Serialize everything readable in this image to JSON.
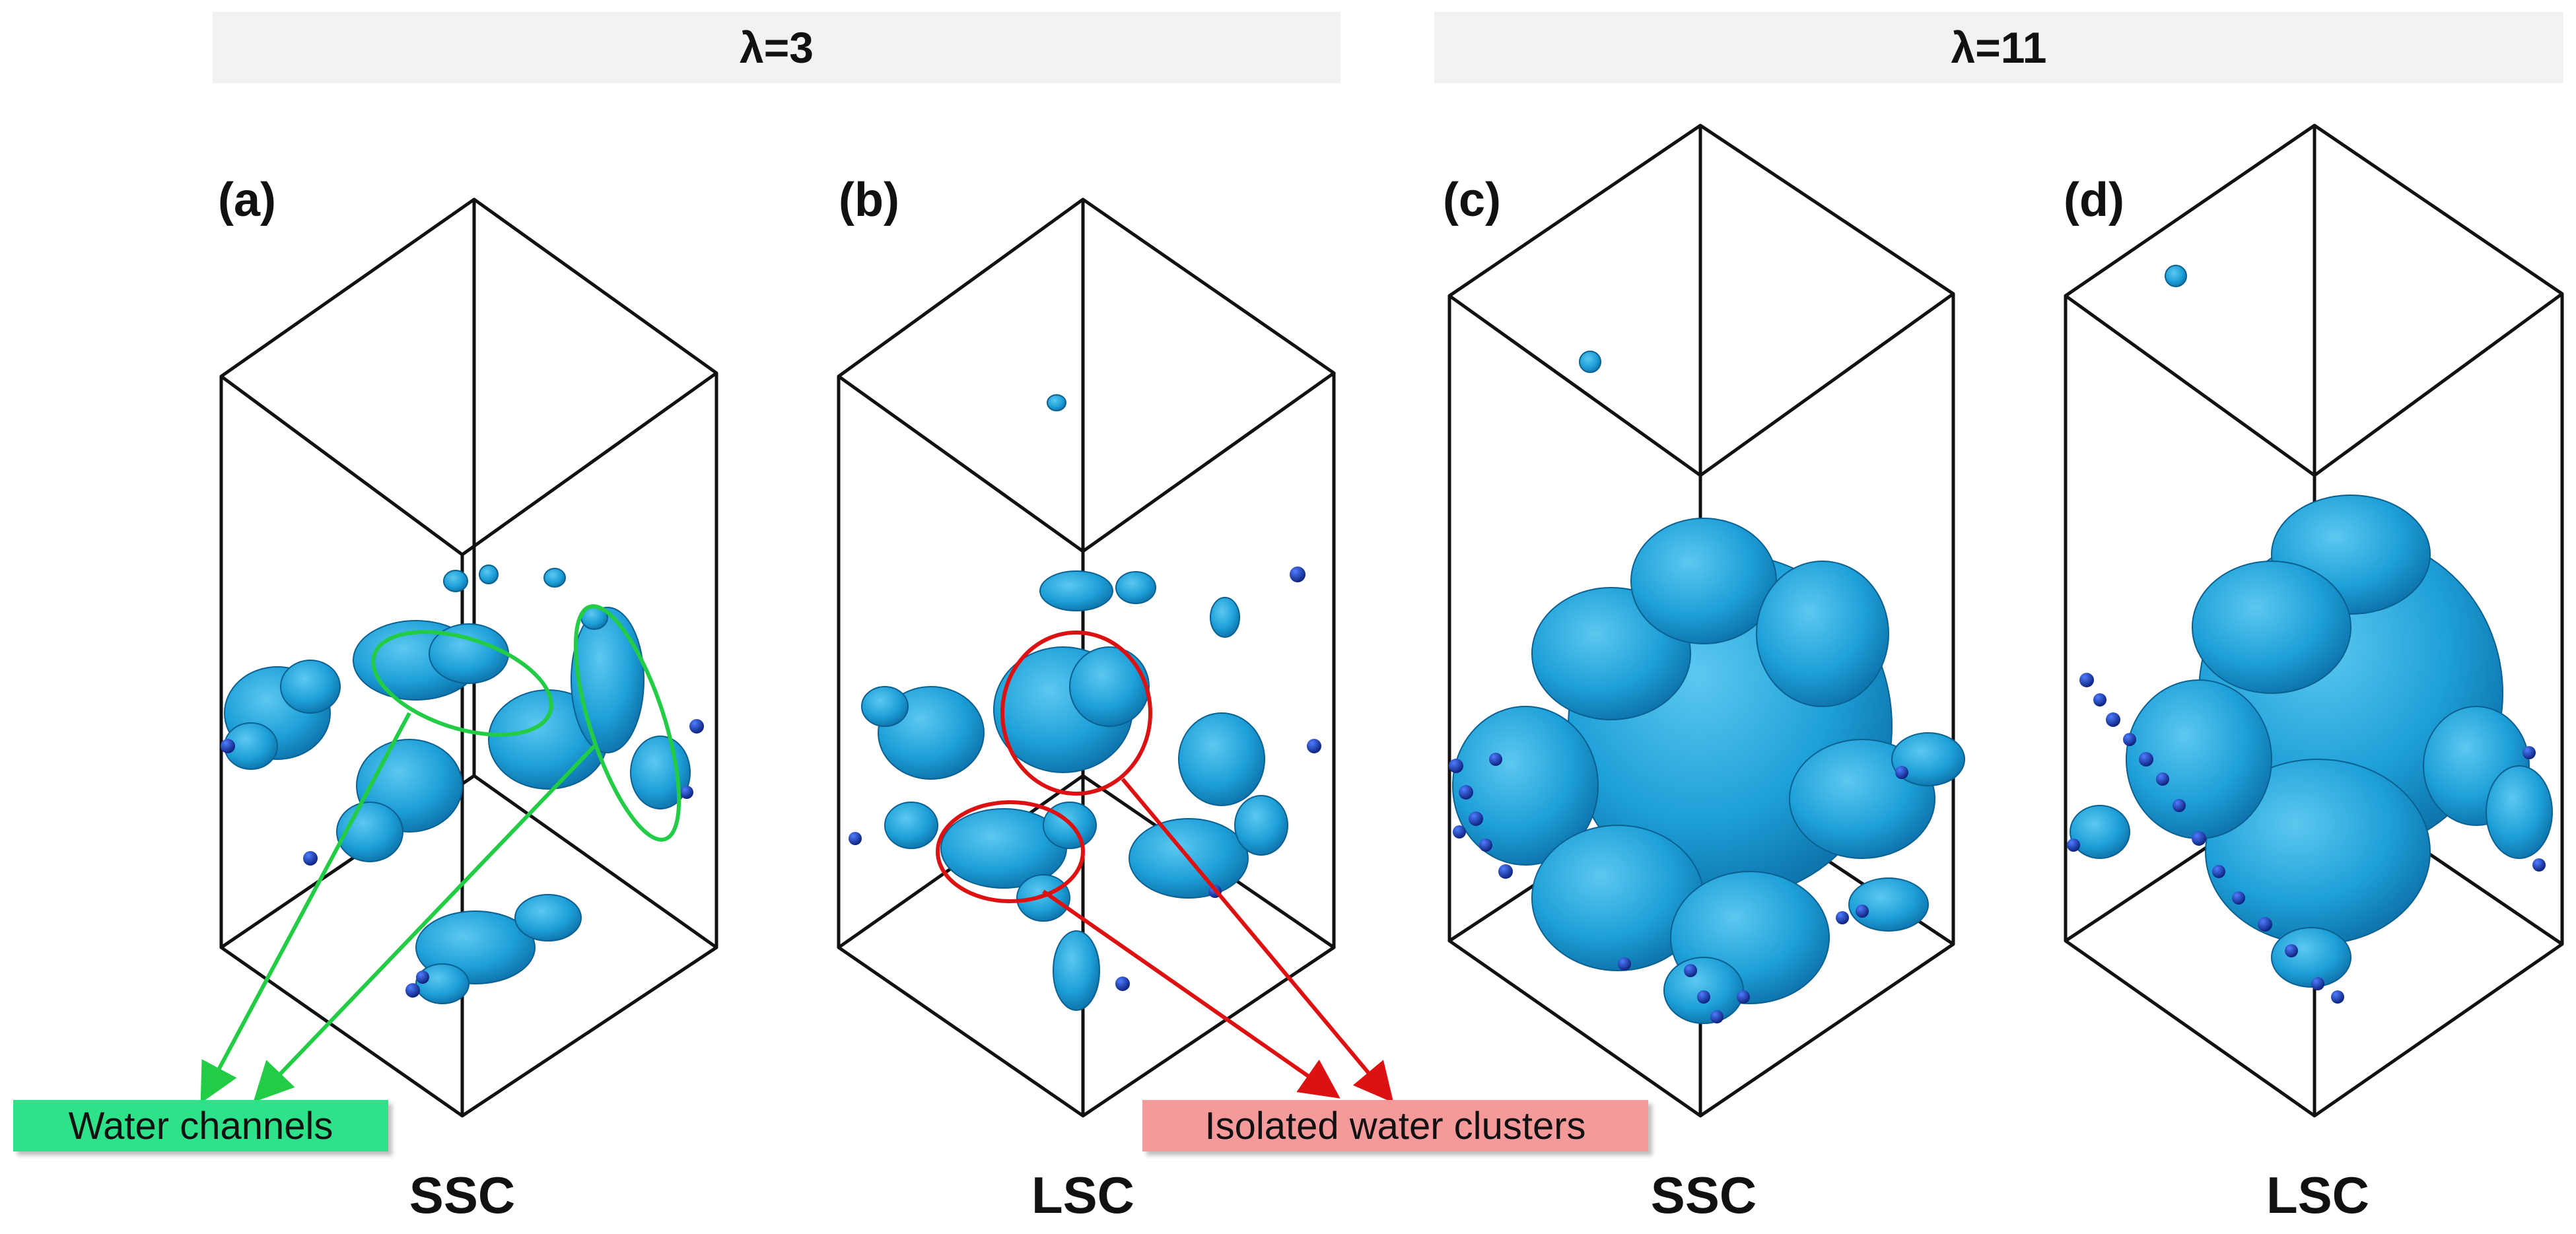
{
  "header": {
    "left_title": "λ=3",
    "right_title": "λ=11"
  },
  "panels": [
    {
      "label": "(a)",
      "condition": "SSC"
    },
    {
      "label": "(b)",
      "condition": "LSC"
    },
    {
      "label": "(c)",
      "condition": "SSC"
    },
    {
      "label": "(d)",
      "condition": "LSC"
    }
  ],
  "annotations": {
    "green_label": "Water channels",
    "red_label": "Isolated water clusters"
  },
  "colors": {
    "water": "#1ea0d8",
    "water_dark": "#0c6fa8",
    "molecule": "#1a3fbf",
    "green_highlight": "#22cc44",
    "red_highlight": "#dd1111",
    "box_edge": "#111111"
  }
}
